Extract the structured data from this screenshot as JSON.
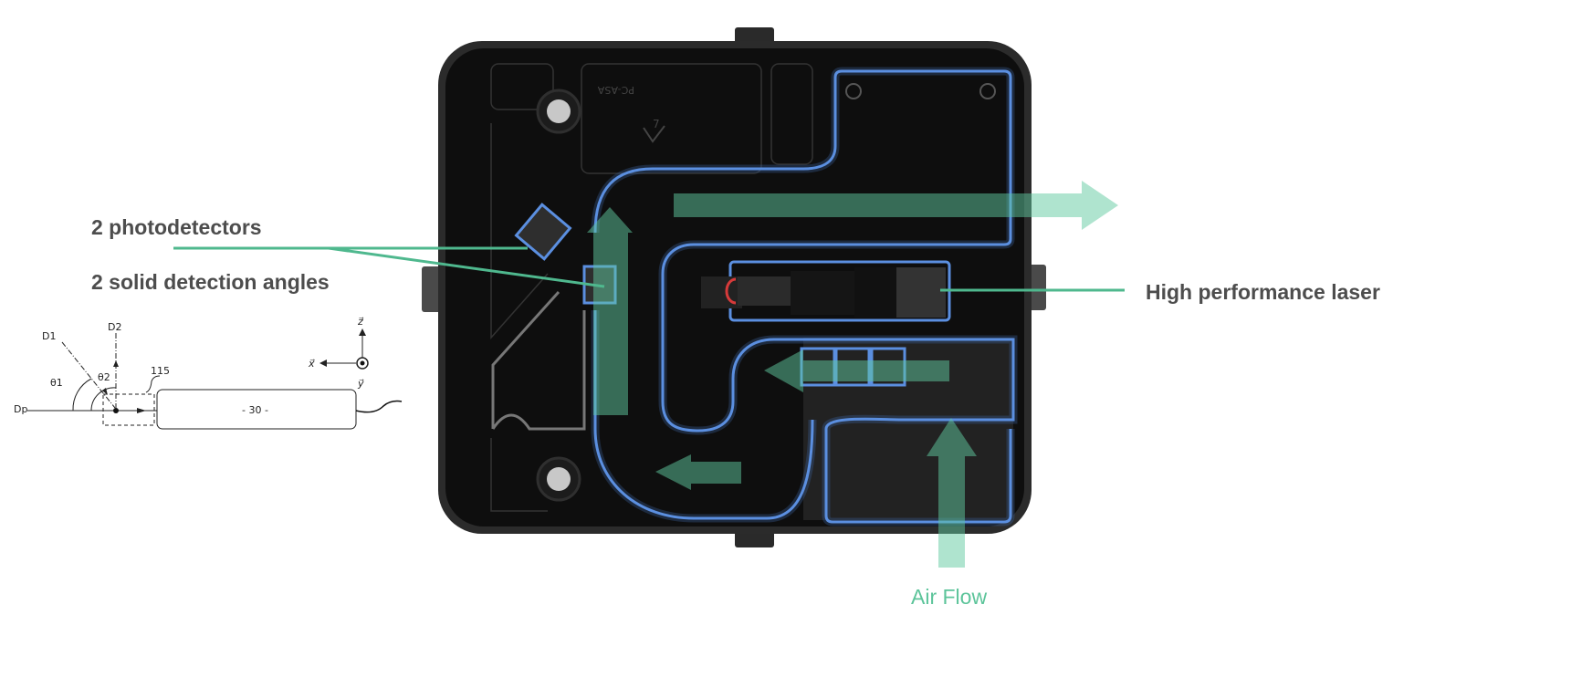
{
  "labels": {
    "photodetectors": "2 photodetectors",
    "detection_angles": "2 solid detection angles",
    "laser": "High performance laser",
    "air_flow": "Air Flow"
  },
  "schematic": {
    "d1": "D1",
    "d2": "D2",
    "theta1": "θ1",
    "theta2": "θ2",
    "ref": "115",
    "dp": "Dp",
    "box": "- 30 -",
    "axis_x": "x⃗",
    "axis_y": "y⃗",
    "axis_z": "z⃗"
  },
  "device": {
    "material_mark": "PC-ASA",
    "recycle_code": "7"
  },
  "colors": {
    "channel": "#5b8fe0",
    "arrow": "#5fc9a0",
    "leader": "#4fb88e",
    "body": "#0e0e0e",
    "laser_mark": "#d63a3a"
  }
}
